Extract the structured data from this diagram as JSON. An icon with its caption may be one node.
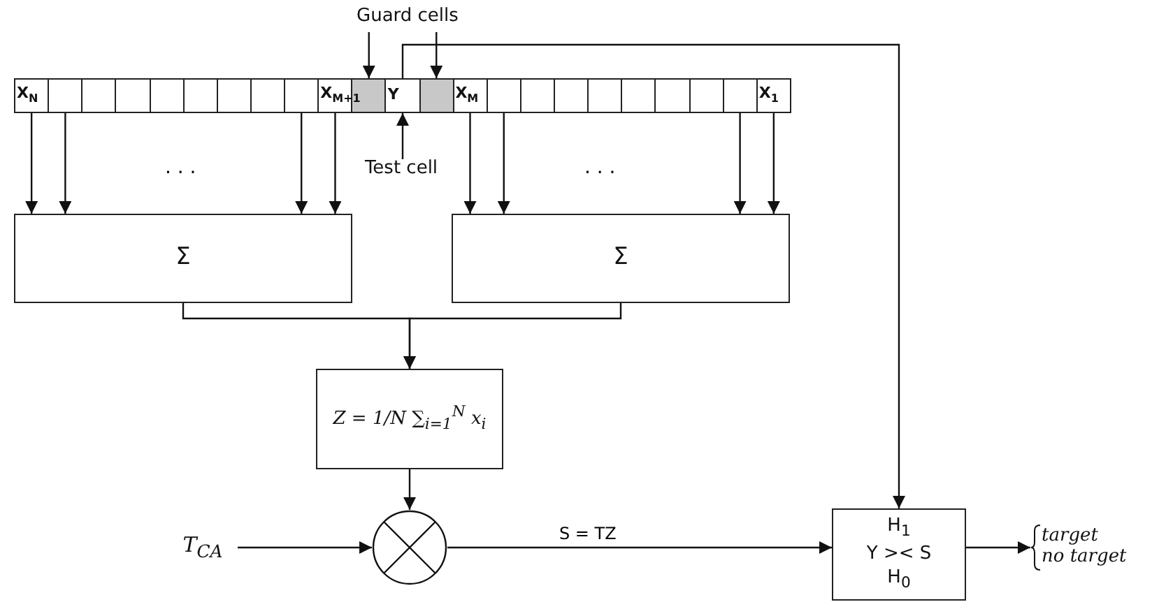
{
  "diagram": {
    "nodes": [
      {
        "text": [
          "Guard cells"
        ]
      },
      {
        "text": [
          "X$_{N}$"
        ]
      },
      {
        "text": [],
        "shape": "box"
      },
      {
        "text": [],
        "shape": "box"
      },
      {
        "text": [],
        "shape": "box"
      },
      {
        "text": [],
        "shape": "box"
      },
      {
        "text": [],
        "shape": "box"
      },
      {
        "text": [],
        "shape": "box"
      },
      {
        "text": [],
        "shape": "box"
      },
      {
        "text": [],
        "shape": "box"
      },
      {
        "text": [
          "X$_{M+1}$"
        ]
      },
      {
        "text": [],
        "shape": "box"
      },
      {
        "text": [
          "Y"
        ]
      },
      {
        "text": [],
        "shape": "box"
      },
      {
        "text": [
          "X$_{M}$"
        ]
      },
      {
        "text": [],
        "shape": "box"
      },
      {
        "text": [],
        "shape": "box"
      },
      {
        "text": [],
        "shape": "box"
      },
      {
        "text": [],
        "shape": "box"
      },
      {
        "text": [],
        "shape": "box"
      },
      {
        "text": [],
        "shape": "box"
      },
      {
        "text": [],
        "shape": "box"
      },
      {
        "text": [],
        "shape": "box"
      },
      {
        "text": [
          "X$_{1}$"
        ]
      },
      {
        "text": [
          "Test cell"
        ]
      },
      {
        "text": [
          "Σ"
        ]
      },
      {
        "text": [
          "Σ"
        ]
      },
      {
        "text": [
          "Z = 1/N ∑$_{i=1}$$^{N}$ x$_{i}$"
        ]
      },
      {
        "text": [
          "T$_{CA}$"
        ]
      },
      {
        "text": [],
        "shape": "circle"
      },
      {
        "text": [
          "H$_{1}$",
          "Y >< S",
          "H$_{0}$"
        ]
      },
      {
        "text": [
          "target",
          "no target"
        ]
      }
    ],
    "edges": [
      {
        "from": 0,
        "to": 11,
        "arrow": "to"
      },
      {
        "from": 0,
        "to": 13,
        "arrow": "to"
      },
      {
        "from": 24,
        "to": 12,
        "arrow": "to"
      },
      {
        "from": 1,
        "to": 25,
        "arrow": "to"
      },
      {
        "from": 2,
        "to": 25,
        "arrow": "to"
      },
      {
        "from": 9,
        "to": 25,
        "arrow": "to"
      },
      {
        "from": 10,
        "to": 25,
        "arrow": "to"
      },
      {
        "from": 14,
        "to": 26,
        "arrow": "to"
      },
      {
        "from": 15,
        "to": 26,
        "arrow": "to"
      },
      {
        "from": 22,
        "to": 26,
        "arrow": "to"
      },
      {
        "from": 23,
        "to": 26,
        "arrow": "to"
      },
      {
        "from": 25,
        "to": 27,
        "arrow": "to"
      },
      {
        "from": 26,
        "to": 27,
        "arrow": "to"
      },
      {
        "from": 27,
        "to": 29,
        "arrow": "to"
      },
      {
        "from": 28,
        "to": 29,
        "arrow": "to"
      },
      {
        "from": 29,
        "to": 30,
        "arrow": "to",
        "label": "S = TZ"
      },
      {
        "from": 12,
        "to": 30,
        "arrow": "to"
      },
      {
        "from": 30,
        "to": 31,
        "arrow": "to"
      }
    ],
    "labels": [
      "· · ·",
      "· · ·"
    ]
  }
}
